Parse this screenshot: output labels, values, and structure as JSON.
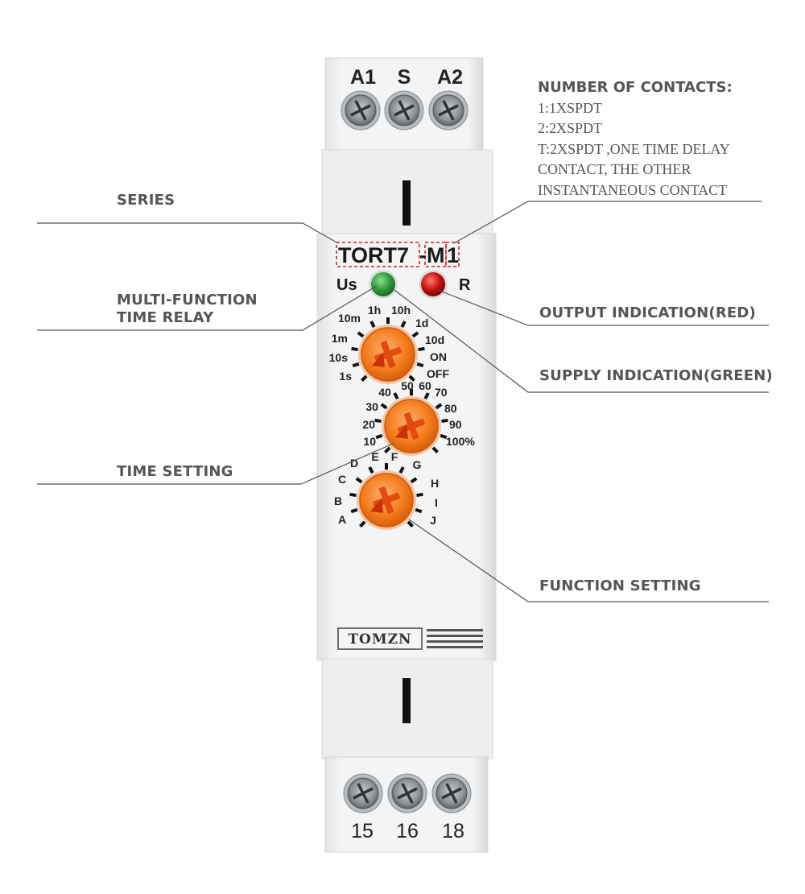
{
  "terminals": {
    "top": [
      "A1",
      "S",
      "A2"
    ],
    "bottom": [
      "15",
      "16",
      "18"
    ]
  },
  "model": {
    "series": "TORT7",
    "dash": "-",
    "function_code": "M",
    "contacts_code": "1"
  },
  "leds": {
    "supply_label": "Us",
    "output_label": "R",
    "supply_color": "#2f9a3c",
    "output_color": "#c81010"
  },
  "dials": {
    "time_range": {
      "left": [
        "10m",
        "1m",
        "10s",
        "1s"
      ],
      "right": [
        "1h",
        "10h",
        "1d",
        "10d",
        "ON",
        "OFF"
      ]
    },
    "percent": {
      "left": [
        "40",
        "30",
        "20",
        "10"
      ],
      "right": [
        "50",
        "60",
        "70",
        "80",
        "90",
        "100%"
      ]
    },
    "function": {
      "left": [
        "D",
        "C",
        "B",
        "A"
      ],
      "right": [
        "E",
        "F",
        "G",
        "H",
        "I",
        "J"
      ]
    },
    "knob_color": "#f47c1c"
  },
  "brand": "TOMZN",
  "annotations": {
    "series": "SERIES",
    "multi_function": [
      "MULTI-FUNCTION",
      "TIME RELAY"
    ],
    "time_setting": "TIME SETTING",
    "output_indication": "OUTPUT INDICATION(RED)",
    "supply_indication": "SUPPLY INDICATION(GREEN)",
    "function_setting": "FUNCTION SETTING",
    "contacts": {
      "title": "NUMBER OF CONTACTS:",
      "lines": [
        "1:1XSPDT",
        "2:2XSPDT",
        "T:2XSPDT ,ONE TIME DELAY",
        "CONTACT, THE OTHER",
        "INSTANTANEOUS CONTACT"
      ]
    }
  }
}
